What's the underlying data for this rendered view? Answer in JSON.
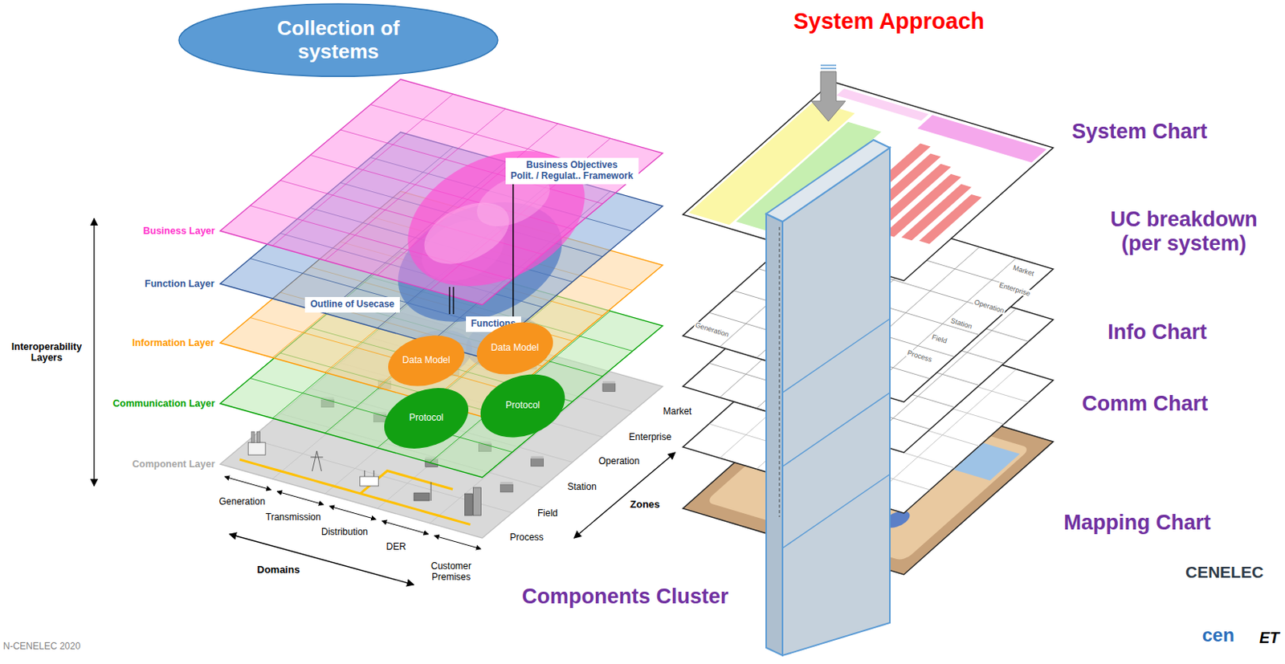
{
  "diagram": {
    "nodes": [
      {
        "text": [
          "Collection of systems"
        ]
      },
      {
        "text": [
          "Business Objectives",
          "Polit. / Regulat.. Framework"
        ]
      },
      {
        "text": [
          "Outline of Usecase"
        ]
      },
      {
        "text": [
          "Functions"
        ]
      },
      {
        "text": [
          "Data Model"
        ]
      },
      {
        "text": [
          "Data Model"
        ]
      },
      {
        "text": [
          "Protocol"
        ]
      },
      {
        "text": [
          "Protocol"
        ]
      }
    ],
    "edges": [
      {
        "from": 1,
        "to": 3,
        "arrow": "none"
      }
    ],
    "labels": [
      "System Approach",
      "System Chart",
      "UC breakdown (per system)",
      "Info Chart",
      "Comm Chart",
      "Mapping Chart",
      "Components Cluster",
      "Business Layer",
      "Function Layer",
      "Information Layer",
      "Communication Layer",
      "Component Layer",
      "Interoperability Layers",
      "Generation",
      "Transmission",
      "Distribution",
      "DER",
      "Customer Premises",
      "Domains",
      "Market",
      "Enterprise",
      "Operation",
      "Station",
      "Field",
      "Process",
      "Zones",
      "CENELEC",
      "cen",
      "ET",
      "N-CENELEC 2020",
      "Market",
      "Enterprise",
      "Operation",
      "Station",
      "Field",
      "Process",
      "Generation"
    ]
  }
}
